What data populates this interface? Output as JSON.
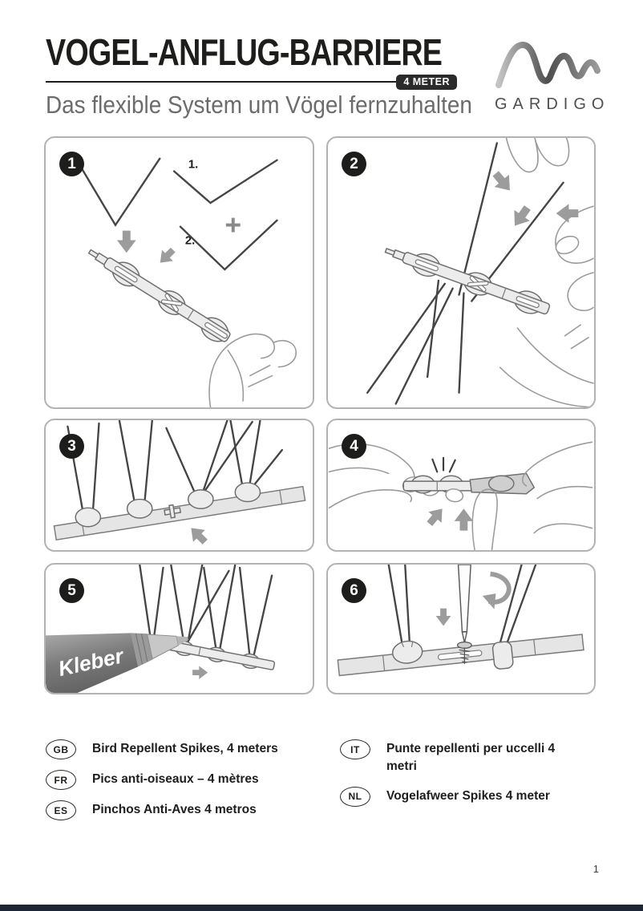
{
  "header": {
    "title": "VOGEL-ANFLUG-BARRIERE",
    "length_badge": "4 METER",
    "subtitle": "Das flexible System um Vögel fernzuhalten",
    "brand": "GARDIGO"
  },
  "colors": {
    "ink": "#1d1d1b",
    "subtitle_gray": "#6c6c6c",
    "panel_border": "#b3b3b3",
    "arrow_gray": "#9c9c9c",
    "badge_bg": "#2b2b2b",
    "footer_bar": "#1f2633"
  },
  "steps": [
    {
      "number": "1",
      "annotations": {
        "first": "1.",
        "second": "2.",
        "plus": "+"
      }
    },
    {
      "number": "2"
    },
    {
      "number": "3"
    },
    {
      "number": "4"
    },
    {
      "number": "5",
      "tube_label": "Kleber"
    },
    {
      "number": "6"
    }
  ],
  "languages": [
    {
      "code": "GB",
      "text": "Bird Repellent Spikes, 4 meters"
    },
    {
      "code": "FR",
      "text": "Pics anti-oiseaux – 4 mètres"
    },
    {
      "code": "ES",
      "text": "Pinchos Anti-Aves 4 metros"
    },
    {
      "code": "IT",
      "text": "Punte repellenti per uccelli 4 metri"
    },
    {
      "code": "NL",
      "text": "Vogelafweer Spikes 4 meter"
    }
  ],
  "footer": {
    "page_number": "1"
  }
}
